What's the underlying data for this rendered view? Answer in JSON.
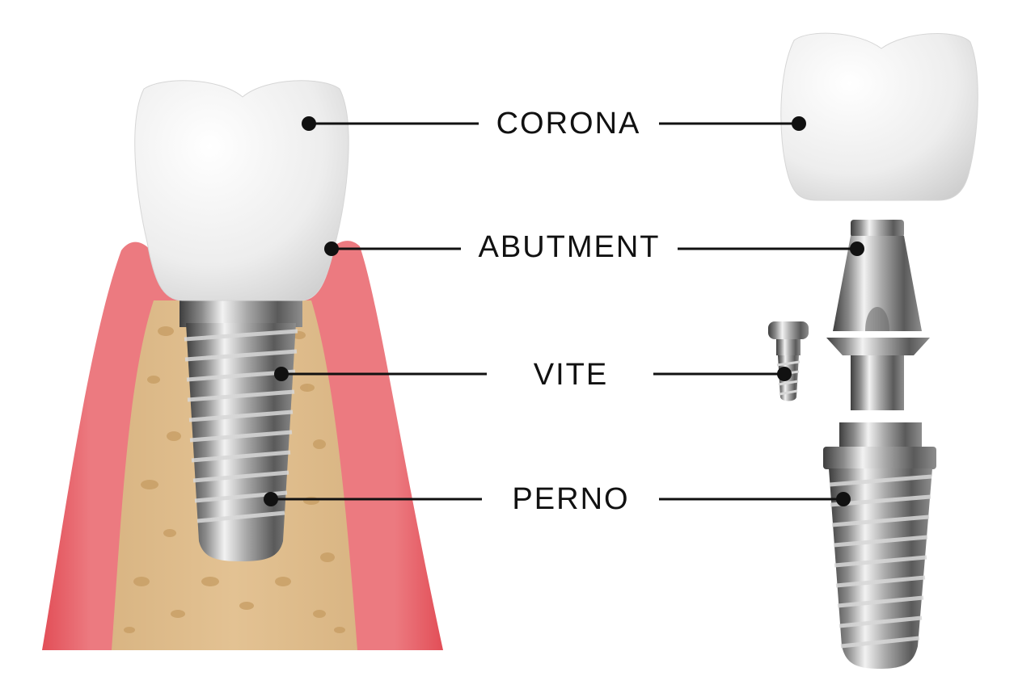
{
  "labels": {
    "crown": "CORONA",
    "abutment": "ABUTMENT",
    "screw": "VITE",
    "post": "PERNO"
  },
  "colors": {
    "gum": "#e0525a",
    "gum_light": "#f08a90",
    "bone": "#dcb988",
    "bone_pore": "#c9a26a",
    "crown": "#f2f2f2",
    "metal_dark": "#4a4a4a",
    "metal_light": "#e6e6e6",
    "leader": "#111111"
  }
}
